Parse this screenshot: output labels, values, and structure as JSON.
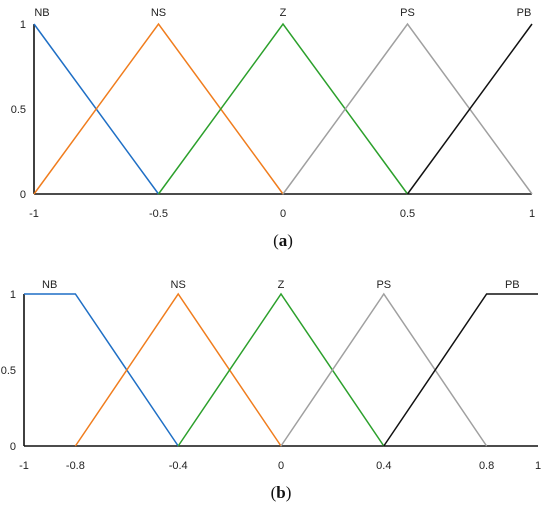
{
  "chart_data": [
    {
      "type": "line",
      "caption": {
        "open": "(",
        "letter": "a",
        "close": ")"
      },
      "xlim": [
        -1,
        1
      ],
      "ylim": [
        0,
        1
      ],
      "x_ticks": [
        -1,
        -0.5,
        0,
        0.5,
        1
      ],
      "y_ticks": [
        0,
        0.5,
        1
      ],
      "series": [
        {
          "name": "NB",
          "color": "#1f6fc5",
          "points": [
            [
              -1,
              1
            ],
            [
              -0.5,
              0
            ]
          ]
        },
        {
          "name": "NS",
          "color": "#f07d1e",
          "points": [
            [
              -1,
              0
            ],
            [
              -0.5,
              1
            ],
            [
              0,
              0
            ]
          ]
        },
        {
          "name": "Z",
          "color": "#2ca02c",
          "points": [
            [
              -0.5,
              0
            ],
            [
              0,
              1
            ],
            [
              0.5,
              0
            ]
          ]
        },
        {
          "name": "PS",
          "color": "#a0a0a0",
          "points": [
            [
              0,
              0
            ],
            [
              0.5,
              1
            ],
            [
              1,
              0
            ]
          ]
        },
        {
          "name": "PB",
          "color": "#111111",
          "points": [
            [
              0.5,
              0
            ],
            [
              1,
              1
            ]
          ]
        }
      ]
    },
    {
      "type": "line",
      "caption": {
        "open": "(",
        "letter": "b",
        "close": ")"
      },
      "xlim": [
        -1,
        1
      ],
      "ylim": [
        0,
        1
      ],
      "x_ticks": [
        -1,
        -0.8,
        -0.4,
        0,
        0.4,
        0.8,
        1
      ],
      "y_ticks": [
        0,
        0.5,
        1
      ],
      "series": [
        {
          "name": "NB",
          "color": "#1f6fc5",
          "points": [
            [
              -1,
              1
            ],
            [
              -0.8,
              1
            ],
            [
              -0.4,
              0
            ]
          ]
        },
        {
          "name": "NS",
          "color": "#f07d1e",
          "points": [
            [
              -0.8,
              0
            ],
            [
              -0.4,
              1
            ],
            [
              0,
              0
            ]
          ]
        },
        {
          "name": "Z",
          "color": "#2ca02c",
          "points": [
            [
              -0.4,
              0
            ],
            [
              0,
              1
            ],
            [
              0.4,
              0
            ]
          ]
        },
        {
          "name": "PS",
          "color": "#a0a0a0",
          "points": [
            [
              0,
              0
            ],
            [
              0.4,
              1
            ],
            [
              0.8,
              0
            ]
          ]
        },
        {
          "name": "PB",
          "color": "#111111",
          "points": [
            [
              0.4,
              0
            ],
            [
              0.8,
              1
            ],
            [
              1,
              1
            ]
          ]
        }
      ]
    }
  ]
}
